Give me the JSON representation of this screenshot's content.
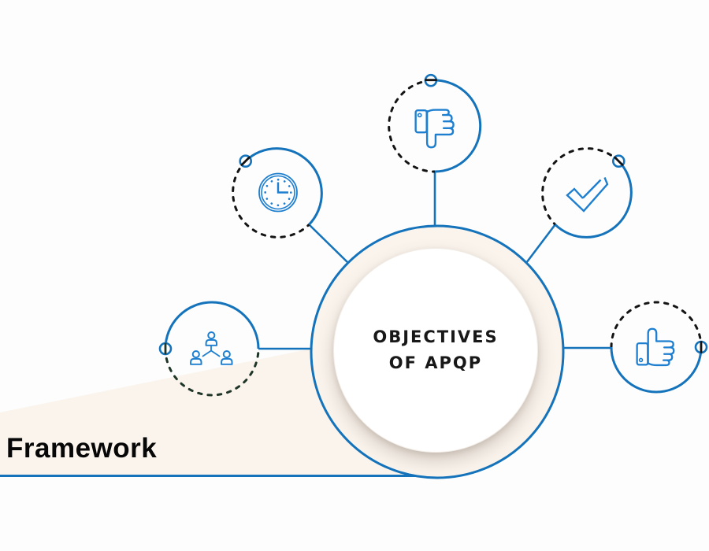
{
  "diagram": {
    "center": {
      "title_line1": "OBJECTIVES",
      "title_line2": "OF APQP"
    },
    "satellites": [
      {
        "name": "team",
        "icon": "team-icon"
      },
      {
        "name": "time",
        "icon": "clock-icon"
      },
      {
        "name": "thumbs-down",
        "icon": "thumbs-down-icon"
      },
      {
        "name": "approval",
        "icon": "check-icon"
      },
      {
        "name": "thumbs-up",
        "icon": "thumbs-up-icon"
      }
    ],
    "colors": {
      "line_blue": "#1473bb",
      "icon_blue": "#1e7fd0",
      "dash_dark": "#141414",
      "dash_green": "#1e3527",
      "cream": "#faf4ed",
      "background": "#fdfdfd"
    }
  },
  "footer": {
    "label": "Framework"
  }
}
